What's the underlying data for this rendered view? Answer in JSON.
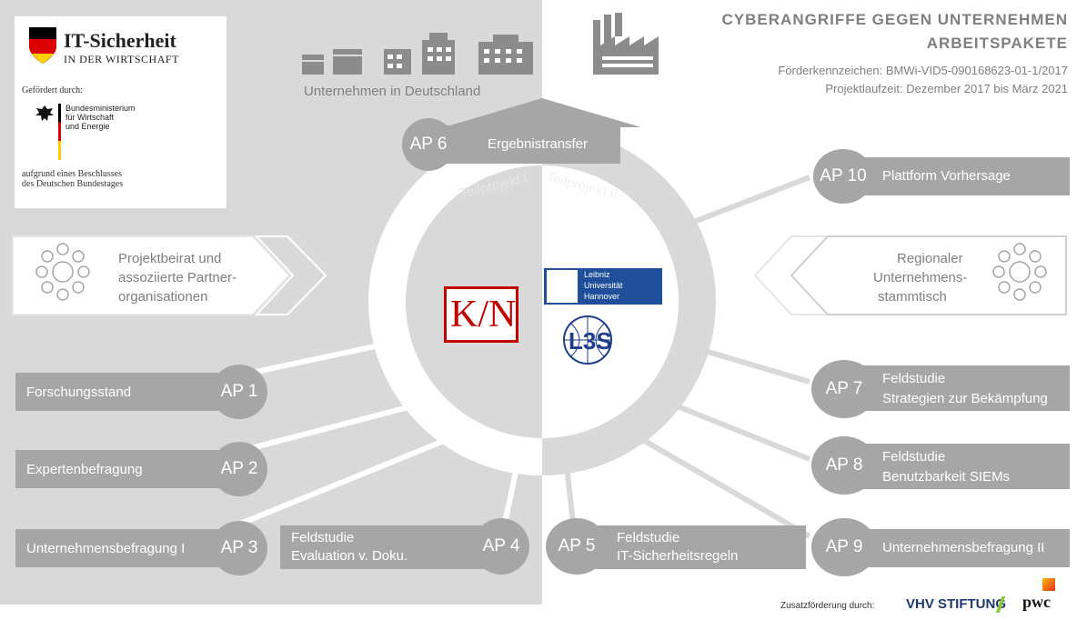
{
  "header": {
    "title_line1": "CYBERANGRIFFE GEGEN UNTERNEHMEN",
    "title_line2": "ARBEITSPAKETE",
    "funding_code": "Förderkennzeichen: BMWi-VID5-090168623-01-1/2017",
    "duration": "Projektlaufzeit: Dezember 2017 bis März 2021"
  },
  "logo_box": {
    "title": "IT-Sicherheit",
    "subtitle": "IN DER WIRTSCHAFT",
    "funded_by": "Gefördert durch:",
    "ministry_l1": "Bundesministerium",
    "ministry_l2": "für Wirtschaft",
    "ministry_l3": "und Energie",
    "resolution_l1": "aufgrund eines Beschlusses",
    "resolution_l2": "des Deutschen Bundestages"
  },
  "companies_label": "Unternehmen in Deutschland",
  "ring": {
    "left_label": "Teilprojekt I",
    "right_label": "Teilprojekt II"
  },
  "partners": {
    "l1": "Leibniz",
    "l2": "Universität",
    "l3": "Hannover",
    "kfn": "K/N",
    "l3s": "L3S"
  },
  "left_chevron": {
    "l1": "Projektbeirat und",
    "l2": "assoziierte Partner-",
    "l3": "organisationen"
  },
  "right_chevron": {
    "l1": "Regionaler",
    "l2": "Unternehmens-",
    "l3": "stammtisch"
  },
  "ap": {
    "ap6": {
      "code": "AP 6",
      "label": "Ergebnistransfer"
    },
    "ap10": {
      "code": "AP 10",
      "label": "Plattform Vorhersage"
    },
    "ap1": {
      "code": "AP 1",
      "label": "Forschungsstand"
    },
    "ap2": {
      "code": "AP 2",
      "label": "Expertenbefragung"
    },
    "ap3": {
      "code": "AP 3",
      "label": "Unternehmensbefragung I"
    },
    "ap4": {
      "code": "AP 4",
      "l1": "Feldstudie",
      "l2": "Evaluation v. Doku."
    },
    "ap5": {
      "code": "AP 5",
      "l1": "Feldstudie",
      "l2": "IT-Sicherheitsregeln"
    },
    "ap7": {
      "code": "AP 7",
      "l1": "Feldstudie",
      "l2": "Strategien  zur Bekämpfung"
    },
    "ap8": {
      "code": "AP 8",
      "l1": "Feldstudie",
      "l2": "Benutzbarkeit  SIEMs"
    },
    "ap9": {
      "code": "AP 9",
      "label": "Unternehmensbefragung  II"
    }
  },
  "footer": {
    "extra": "Zusatzförderung durch:",
    "vhv": "VHV STIFTUNG",
    "pwc": "pwc"
  },
  "colors": {
    "bar": "#a6a6a6",
    "left_bg": "#d9d9d9",
    "text_grey": "#7f7f7f"
  }
}
